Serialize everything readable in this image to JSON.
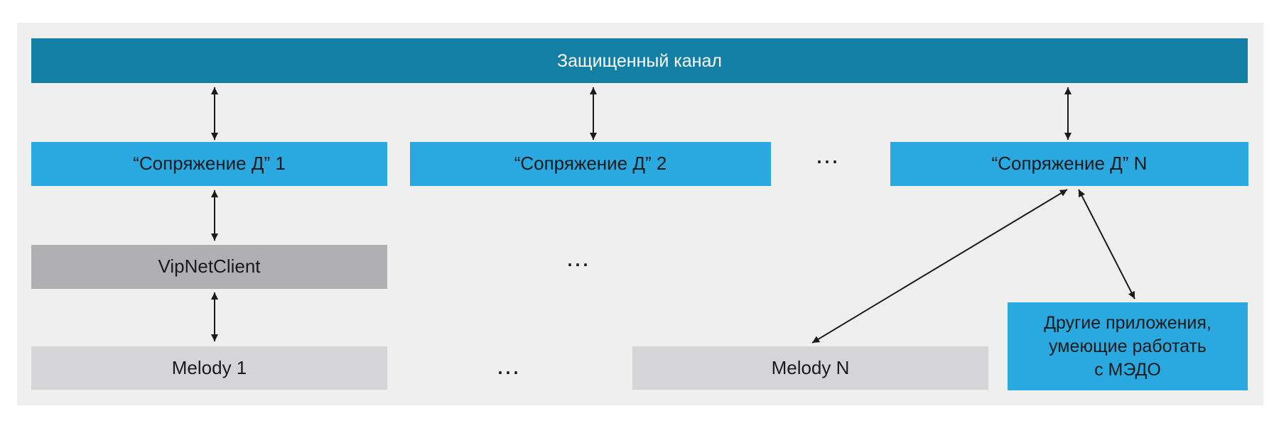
{
  "colors": {
    "panel_bg": "#efefef",
    "channel_bg": "#147fa5",
    "channel_text": "#ffffff",
    "gateway_bg": "#29a9e0",
    "vipnet_bg": "#b0b0b2",
    "melody_bg": "#d5d5d7",
    "text_dark": "#1a1a1a",
    "arrow": "#1a1a1a"
  },
  "channel": {
    "label": "Защищенный канал"
  },
  "gateways": [
    {
      "label": "“Сопряжение Д” 1"
    },
    {
      "label": "“Сопряжение Д” 2"
    },
    {
      "label": "“Сопряжение Д” N"
    }
  ],
  "ellipsis": "...",
  "vipnet": {
    "label": "VipNetClient"
  },
  "melody": [
    {
      "label": "Melody 1"
    },
    {
      "label": "Melody N"
    }
  ],
  "other_apps": {
    "label": "Другие приложения,\nумеющие работать\nс МЭДО"
  }
}
